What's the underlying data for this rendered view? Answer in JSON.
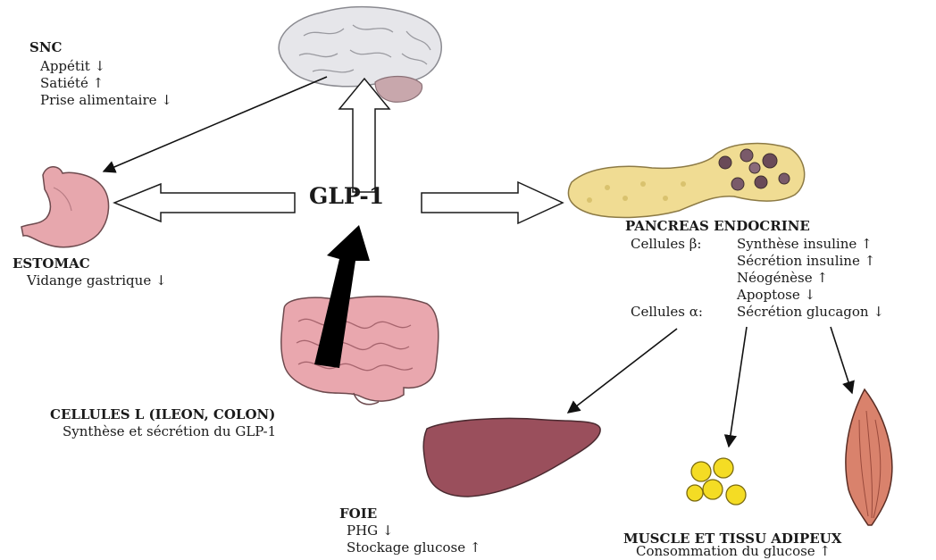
{
  "center": {
    "label": "GLP-1"
  },
  "snc": {
    "title": "SNC",
    "lines": [
      "Appétit ↓",
      "Satiété ↑",
      "Prise alimentaire ↓"
    ]
  },
  "estomac": {
    "title": "ESTOMAC",
    "lines": [
      "Vidange gastrique  ↓"
    ]
  },
  "pancreas": {
    "title": "PANCREAS ENDOCRINE",
    "beta_label": "Cellules β:",
    "beta_lines": [
      "Synthèse insuline ↑",
      "Sécrétion insuline ↑",
      "Néogénèse ↑",
      "Apoptose ↓"
    ],
    "alpha_label": "Cellules α:",
    "alpha_lines": [
      "Sécrétion glucagon ↓"
    ]
  },
  "cellules_l": {
    "title": "CELLULES L (ILEON, COLON)",
    "lines": [
      "Synthèse et sécrétion du GLP-1"
    ]
  },
  "foie": {
    "title": "FOIE",
    "lines": [
      "PHG ↓",
      "Stockage glucose ↑"
    ]
  },
  "muscle": {
    "title": "MUSCLE ET TISSU ADIPEUX",
    "lines": [
      "Consommation du glucose ↑"
    ]
  },
  "colors": {
    "brain": "#e6e6ea",
    "stomach": "#e7a7ad",
    "pancreas": "#f0dc93",
    "liver": "#9a4f5c",
    "fat": "#f4dc24",
    "muscle": "#d9826c",
    "intestine": "#e9a7ae"
  }
}
